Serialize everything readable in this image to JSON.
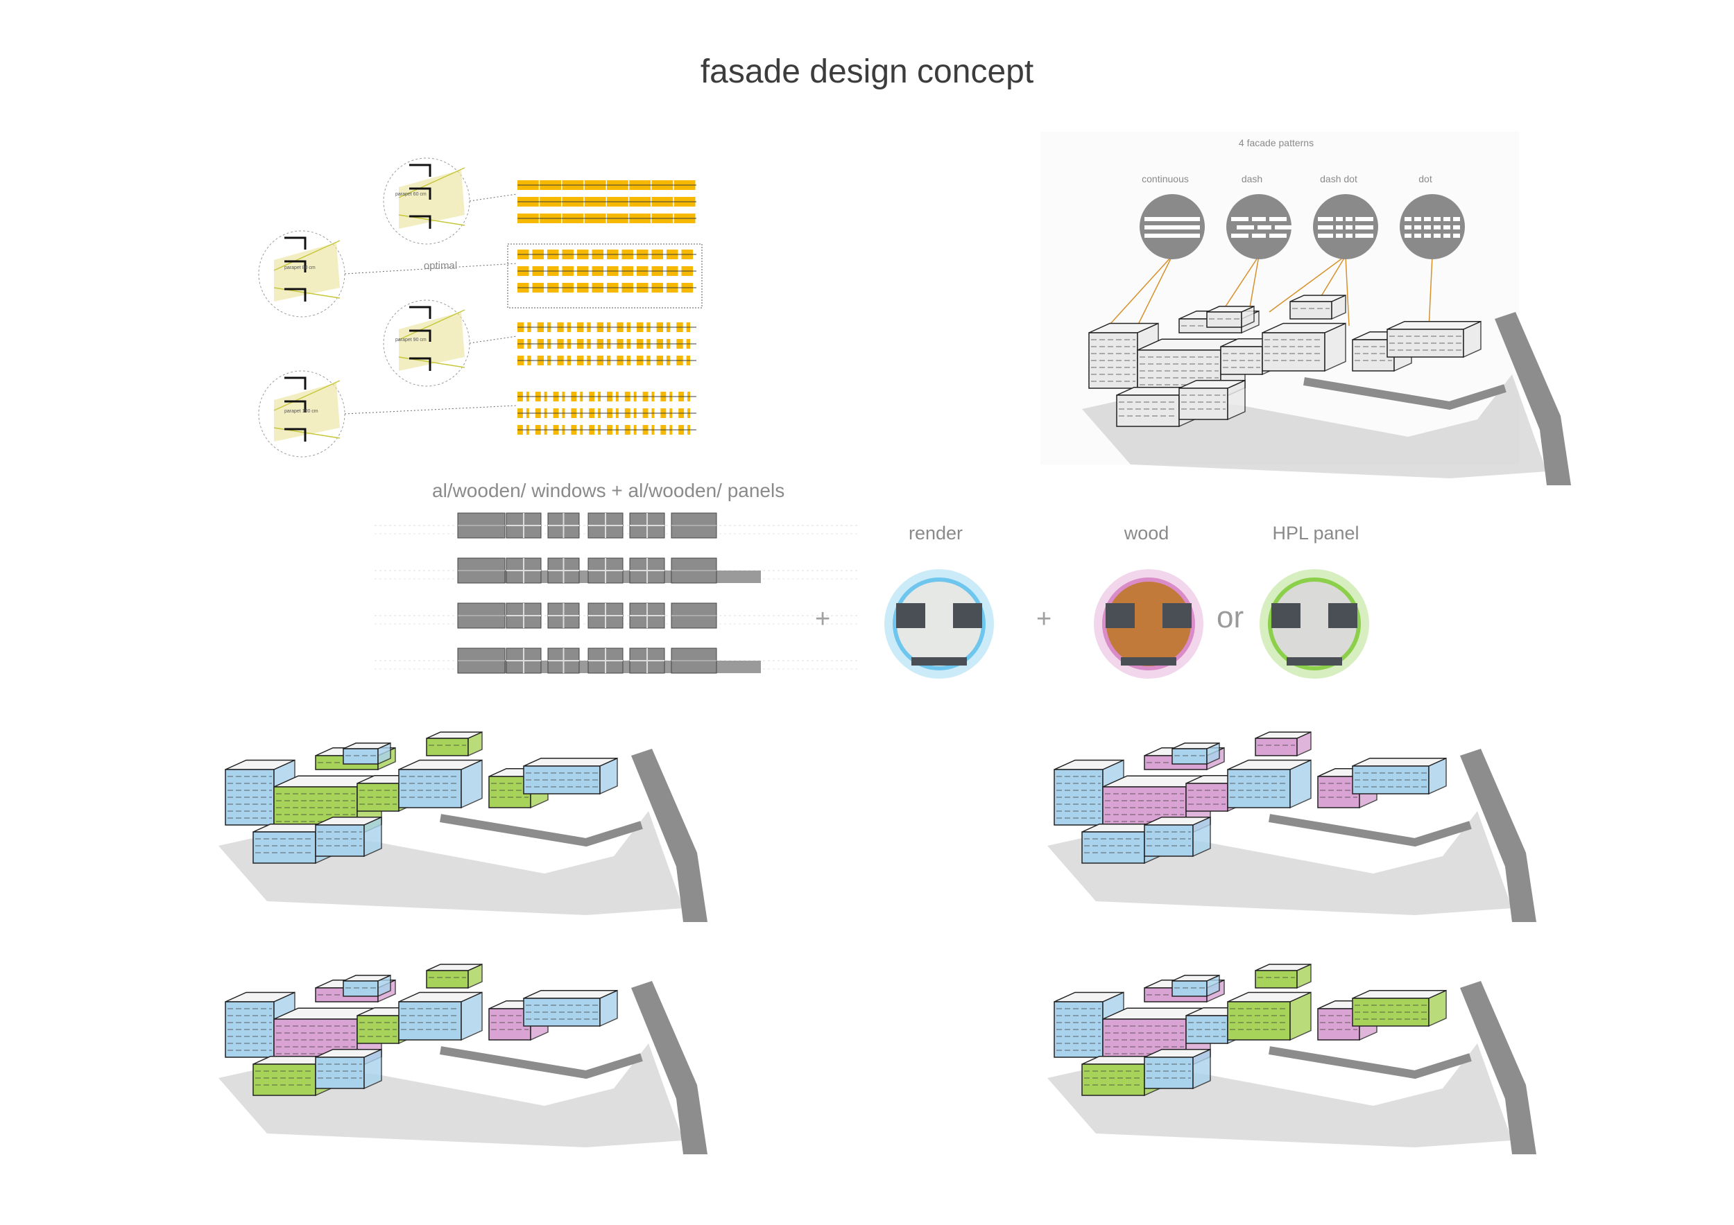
{
  "title": "fasade design concept",
  "sun_study": {
    "optimal_label": "optimal",
    "diagram_notes": [
      "parapet 60 cm",
      "parapet 80 cm",
      "parapet 90 cm",
      "parapet 100 cm"
    ]
  },
  "patterns": {
    "heading": "4 facade patterns",
    "items": [
      "continuous",
      "dash",
      "dash dot",
      "dot"
    ]
  },
  "windows_panels_heading": "al/wooden/ windows + al/wooden/ panels",
  "materials": {
    "items": [
      {
        "label": "render",
        "ring_color": "#6ec6ee"
      },
      {
        "label": "wood",
        "ring_color": "#d98cc8"
      },
      {
        "label": "HPL panel",
        "ring_color": "#8ccf4a"
      }
    ],
    "plus": "+",
    "or": "or"
  },
  "colors": {
    "yellow": "#f6b800",
    "blue": "#a9d3ec",
    "green": "#a8d35a",
    "pink": "#d9a3d3",
    "gray_road": "#8d8d8d",
    "pattern_disc": "#8a8a8a",
    "leader": "#d7902a"
  },
  "massing_variants": [
    {
      "scheme": "blue-green"
    },
    {
      "scheme": "blue-pink"
    },
    {
      "scheme": "blue-pink-green"
    },
    {
      "scheme": "blue-pink-green-alt"
    }
  ]
}
